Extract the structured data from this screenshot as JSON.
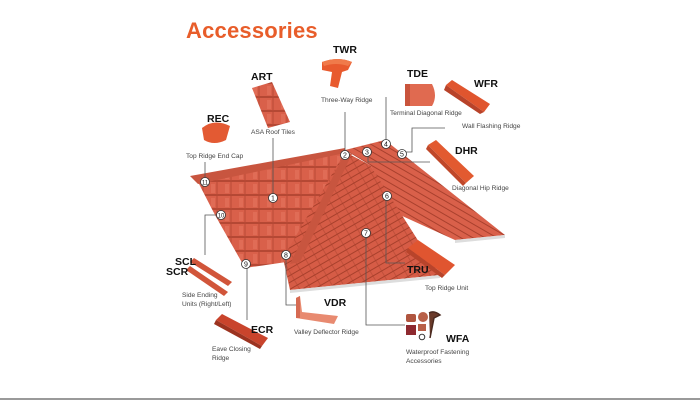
{
  "title": "Accessories",
  "colors": {
    "title": "#e85d2a",
    "tile": "#d9604a",
    "tile_dark": "#b94a35",
    "accessory": "#e0552e",
    "leader_line": "#555555",
    "bottom_rule": "#9a9a9a"
  },
  "accessories": [
    {
      "code": "ART",
      "name": "ASA Roof Tiles",
      "callout": "1"
    },
    {
      "code": "TWR",
      "name": "Three-Way Ridge",
      "callout": "2"
    },
    {
      "code": "TDE",
      "name": "Terminal Diagonal Ridge",
      "callout": "4"
    },
    {
      "code": "WFR",
      "name": "Wall Flashing Ridge",
      "callout": "5"
    },
    {
      "code": "DHR",
      "name": "Diagonal Hip Ridge",
      "callout": "3"
    },
    {
      "code": "REC",
      "name": "Top Ridge End Cap",
      "callout": "11"
    },
    {
      "code": "TRU",
      "name": "Top Ridge Unit",
      "callout": "6"
    },
    {
      "code": "SCL",
      "name": "Side Ending",
      "callout": "10"
    },
    {
      "code": "SCR",
      "name": "Units (Right/Left)",
      "callout": "10"
    },
    {
      "code": "ECR",
      "name_line1": "Eave Closing",
      "name_line2": "Ridge",
      "callout": "9"
    },
    {
      "code": "VDR",
      "name": "Valley Deflector Ridge",
      "callout": "8"
    },
    {
      "code": "WFA",
      "name_line1": "Waterproof Fastening",
      "name_line2": "Accessories",
      "callout": "7"
    }
  ],
  "callouts": [
    "1",
    "2",
    "3",
    "4",
    "5",
    "6",
    "7",
    "8",
    "9",
    "10",
    "11"
  ]
}
